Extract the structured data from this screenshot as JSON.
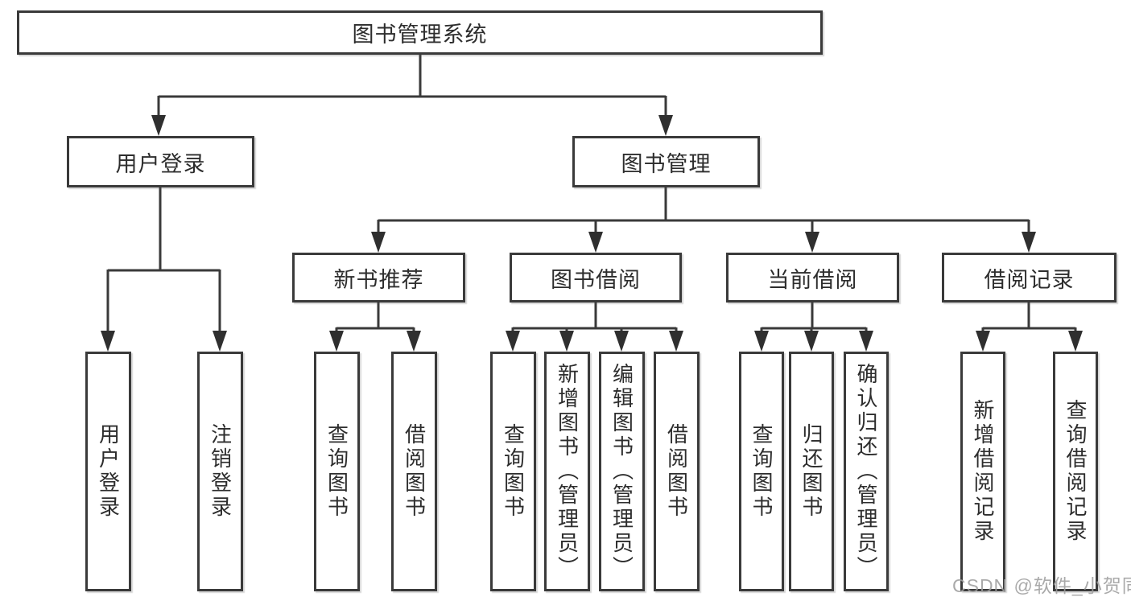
{
  "colors": {
    "line": "#3a3a3a",
    "box_border": "#3a3a3a",
    "box_background": "#ffffff",
    "text": "#2d2d2d",
    "arrowhead": "#2f2f2f",
    "watermark": "#9e9e9e",
    "page_background": "#ffffff"
  },
  "nodes": {
    "root": "图书管理系统",
    "user_login": "用户登录",
    "book_management": "图书管理",
    "new_book_recommend": "新书推荐",
    "book_borrow": "图书借阅",
    "current_borrow": "当前借阅",
    "borrow_record": "借阅记录",
    "leaf_user_login": "用户登录",
    "leaf_logout": "注销登录",
    "leaf_nbr_query_book": "查询图书",
    "leaf_nbr_borrow_book": "借阅图书",
    "leaf_bb_query_book": "查询图书",
    "leaf_bb_add_book": "新增图书（管理员）",
    "leaf_bb_edit_book": "编辑图书（管理员）",
    "leaf_bb_borrow_book": "借阅图书",
    "leaf_cb_query_book": "查询图书",
    "leaf_cb_return_book": "归还图书",
    "leaf_cb_confirm_return": "确认归还（管理员）",
    "leaf_br_add_record": "新增借阅记录",
    "leaf_br_query_record": "查询借阅记录"
  },
  "hierarchy": [
    {
      "parent": "图书管理系统",
      "children": [
        "用户登录",
        "图书管理"
      ]
    },
    {
      "parent": "用户登录",
      "children": [
        "用户登录",
        "注销登录"
      ]
    },
    {
      "parent": "图书管理",
      "children": [
        "新书推荐",
        "图书借阅",
        "当前借阅",
        "借阅记录"
      ]
    },
    {
      "parent": "新书推荐",
      "children": [
        "查询图书",
        "借阅图书"
      ]
    },
    {
      "parent": "图书借阅",
      "children": [
        "查询图书",
        "新增图书（管理员）",
        "编辑图书（管理员）",
        "借阅图书"
      ]
    },
    {
      "parent": "当前借阅",
      "children": [
        "查询图书",
        "归还图书",
        "确认归还（管理员）"
      ]
    },
    {
      "parent": "借阅记录",
      "children": [
        "新增借阅记录",
        "查询借阅记录"
      ]
    }
  ],
  "watermark": {
    "text": "CSDN @软件_小贺同学"
  }
}
